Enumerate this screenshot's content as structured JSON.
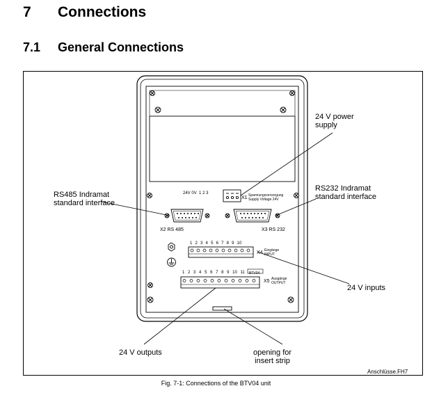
{
  "heading": {
    "number": "7",
    "title": "Connections"
  },
  "subheading": {
    "number": "7.1",
    "title": "General Connections"
  },
  "callouts": {
    "power_supply": [
      "24 V power",
      "supply"
    ],
    "rs485": [
      "RS485 Indramat",
      "standard interface"
    ],
    "rs232": [
      "RS232 Indramat",
      "standard interface"
    ],
    "inputs": "24 V inputs",
    "outputs": "24 V outputs",
    "insert_strip": [
      "opening for",
      "insert strip"
    ]
  },
  "connectors": {
    "x1_label": "X1",
    "x1_desc": [
      "Spannungsversorgung",
      "Supply Voltage 24V"
    ],
    "x1_pins": [
      "24V",
      "0V",
      "1",
      "2",
      "3"
    ],
    "x2_label": "X2  RS 485",
    "x3_label": "X3  RS 232",
    "x4_label": "X4",
    "x4_desc": [
      "Eingänge",
      "INPUT"
    ],
    "x4_pins": [
      "1",
      "2",
      "3",
      "4",
      "5",
      "6",
      "7",
      "8",
      "9",
      "10"
    ],
    "x5_label": "X5",
    "x5_desc": [
      "Ausgänge",
      "OUTPUT"
    ],
    "x5_pins": [
      "1",
      "2",
      "3",
      "4",
      "5",
      "6",
      "7",
      "8",
      "9",
      "10",
      "11"
    ],
    "x5_badge": "BTV04"
  },
  "figure_id": "Anschlüsse.FH7",
  "caption": "Fig. 7-1: Connections of the BTV04 unit"
}
